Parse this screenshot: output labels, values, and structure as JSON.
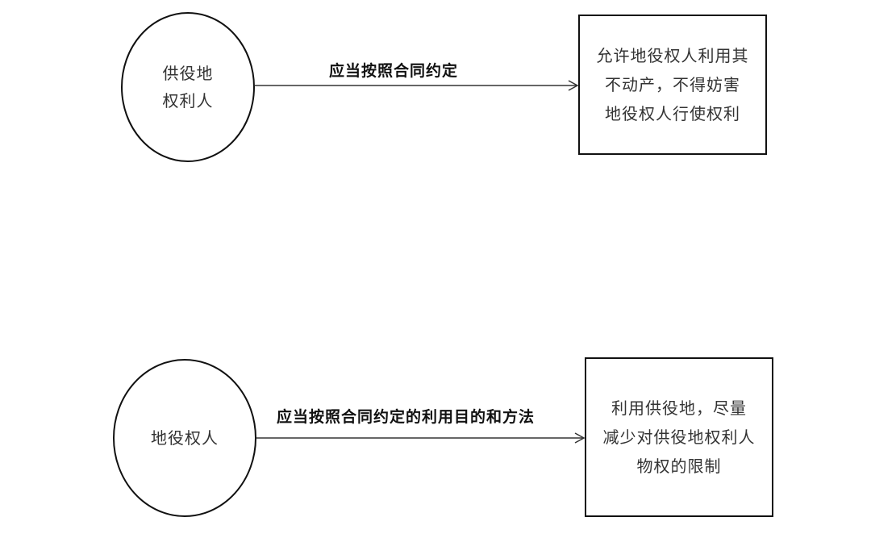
{
  "rows": [
    {
      "source": {
        "lines": [
          "供役地",
          "权利人"
        ]
      },
      "edge_label": "应当按照合同约定",
      "target": {
        "lines": [
          "允许地役权人利用其",
          "不动产，不得妨害",
          "地役权人行使权利"
        ]
      }
    },
    {
      "source": {
        "lines": [
          "地役权人"
        ]
      },
      "edge_label": "应当按照合同约定的利用目的和方法",
      "target": {
        "lines": [
          "利用供役地，尽量",
          "减少对供役地权利人",
          "物权的限制"
        ]
      }
    }
  ]
}
